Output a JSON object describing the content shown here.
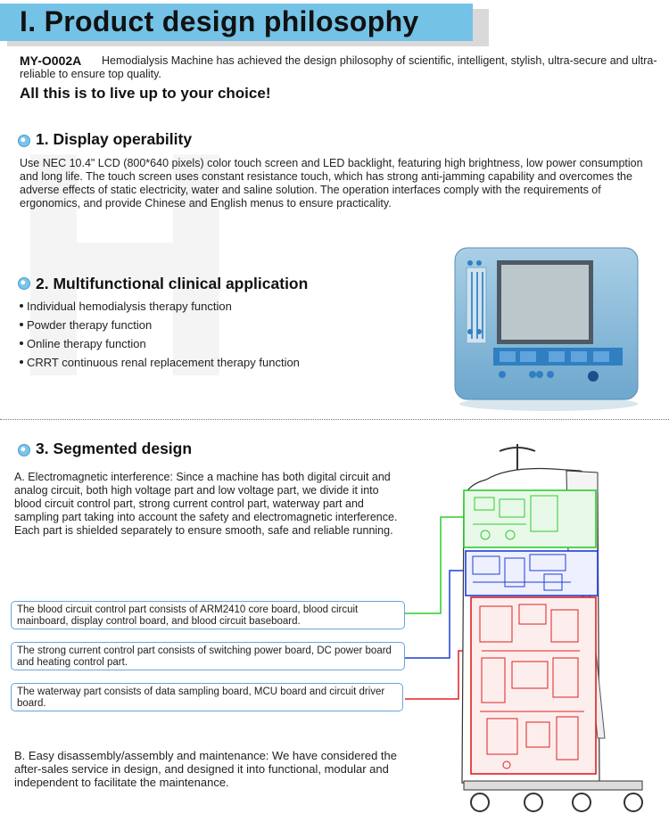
{
  "header": {
    "title": "I. Product design philosophy"
  },
  "intro": {
    "model": "MY-O002A",
    "text": "Hemodialysis Machine has achieved the design philosophy of scientific, intelligent, stylish, ultra-secure and ultra-reliable to ensure top quality.",
    "tagline": "All this is to live up to your choice!"
  },
  "section1": {
    "title": "1. Display operability",
    "body": "Use NEC 10.4\" LCD (800*640 pixels) color touch screen and LED backlight, featuring high brightness, low power consumption and long life. The touch screen uses constant resistance touch, which has strong anti-jamming capability and overcomes the adverse effects of static electricity, water and saline solution. The operation interfaces comply with the requirements of ergonomics, and provide Chinese and English menus to ensure practicality."
  },
  "section2": {
    "title": "2. Multifunctional clinical application",
    "items": [
      "Individual hemodialysis therapy function",
      "Powder therapy function",
      "Online therapy function",
      "CRRT continuous renal replacement therapy function"
    ]
  },
  "section3": {
    "title": "3. Segmented design",
    "para_a": "A. Electromagnetic interference: Since a machine has both digital circuit and analog circuit, both high voltage part and low voltage part, we divide it into blood circuit control part, strong current control part, waterway part and sampling part taking into account the safety and electromagnetic interference. Each part is shielded separately to ensure smooth, safe and reliable running.",
    "callouts": [
      "The blood circuit control part consists of ARM2410 core board, blood circuit mainboard, display control board, and blood circuit baseboard.",
      "The strong current control part consists of switching power board, DC power board and heating control part.",
      "The waterway part consists of data sampling board, MCU board and circuit driver board."
    ],
    "para_b": "B. Easy disassembly/assembly and maintenance: We have considered the after-sales service in design, and designed it into functional, modular and independent to facilitate the maintenance."
  },
  "colors": {
    "banner": "#74c2e6",
    "blood_circuit_box": "#2ecc2e",
    "strong_current_box": "#1e3ed8",
    "waterway_box": "#e02020",
    "callout_border": "#6ba3d8"
  }
}
